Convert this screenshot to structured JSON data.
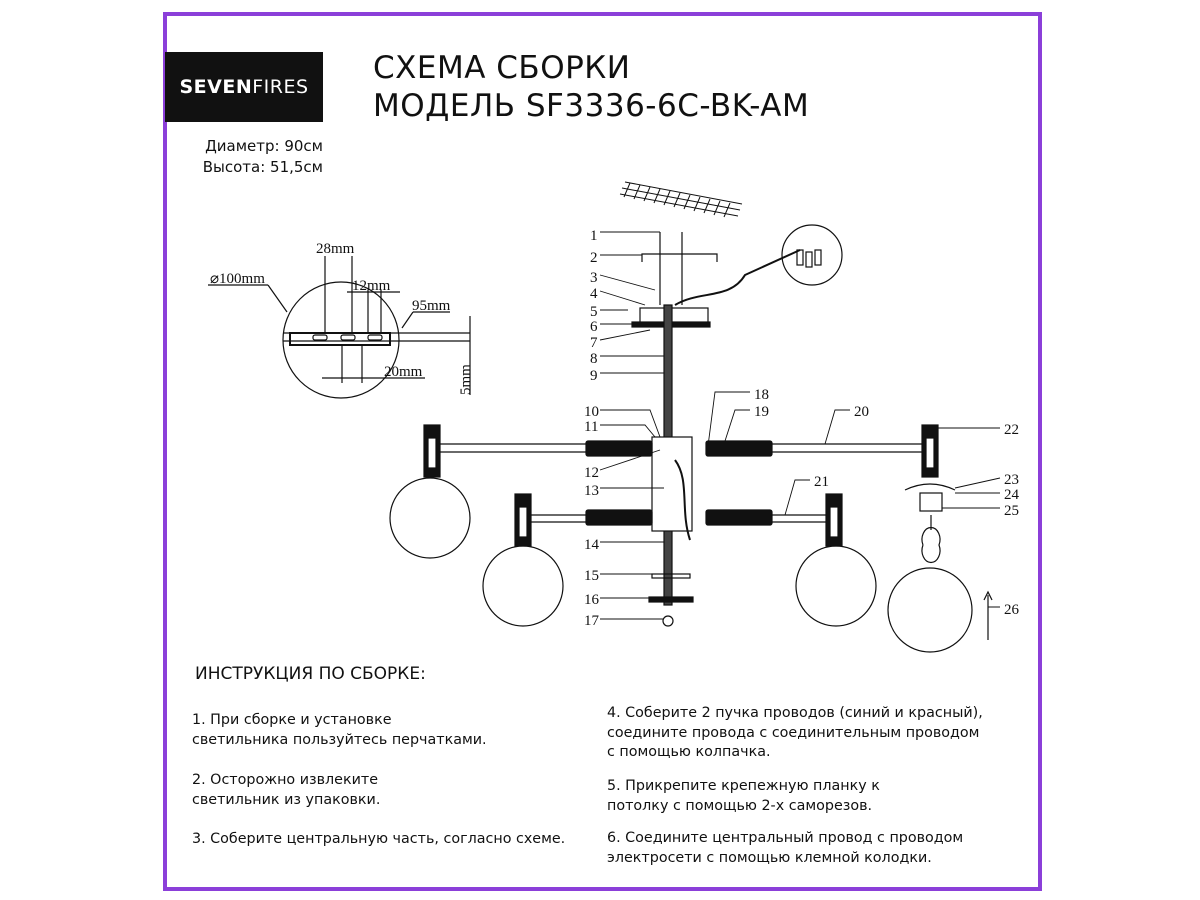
{
  "brand": {
    "part1": "SEVEN",
    "part2": "FIRES"
  },
  "specs": {
    "diameter": "Диаметр: 90см",
    "height": "Высота: 51,5см"
  },
  "title": {
    "line1": "СХЕМА СБОРКИ",
    "line2": "МОДЕЛЬ SF3336-6C-BK-AM"
  },
  "dimensions": {
    "d100": "⌀100mm",
    "d28": "28mm",
    "d12": "12mm",
    "d95": "95mm",
    "d20": "20mm",
    "d5": "5mm"
  },
  "parts": [
    "1",
    "2",
    "3",
    "4",
    "5",
    "6",
    "7",
    "8",
    "9",
    "10",
    "11",
    "12",
    "13",
    "14",
    "15",
    "16",
    "17",
    "18",
    "19",
    "20",
    "21",
    "22",
    "23",
    "24",
    "25",
    "26"
  ],
  "instructions": {
    "heading": "ИНСТРУКЦИЯ ПО СБОРКЕ:",
    "steps": [
      "1. При сборке и установке\nсветильника пользуйтесь перчатками.",
      "2. Осторожно извлеките\nсветильник из упаковки.",
      "3. Соберите центральную часть, согласно схеме.",
      "4. Соберите 2 пучка проводов (синий и красный),\nсоедините провода с соединительным проводом\nс помощью колпачка.",
      "5. Прикрепите крепежную планку к\nпотолку с помощью 2-х саморезов.",
      "6. Соедините центральный провод с проводом\nэлектросети с помощью клемной колодки."
    ]
  },
  "colors": {
    "frame": "#8b3fd9",
    "logo_bg": "#111111"
  }
}
